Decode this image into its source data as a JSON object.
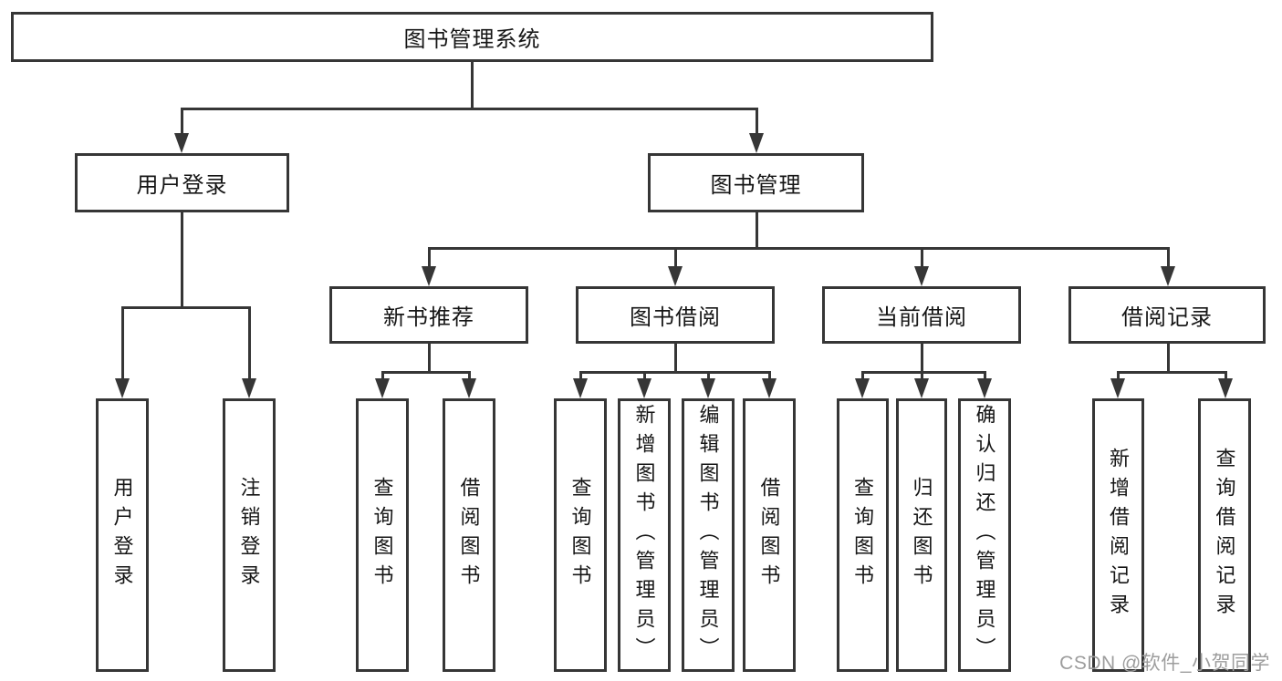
{
  "diagram": {
    "title": "图书管理系统",
    "colors": {
      "line": "#363636",
      "text": "#161616",
      "background": "#ffffff",
      "watermark_text": "#9d9d9d"
    },
    "root": {
      "label": "图书管理系统"
    },
    "level2": [
      {
        "label": "用户登录"
      },
      {
        "label": "图书管理"
      }
    ],
    "level3": [
      {
        "label": "新书推荐"
      },
      {
        "label": "图书借阅"
      },
      {
        "label": "当前借阅"
      },
      {
        "label": "借阅记录"
      }
    ],
    "leaves": {
      "user_login": [
        {
          "label": "用户登录"
        },
        {
          "label": "注销登录"
        }
      ],
      "new_books": [
        {
          "label": "查询图书"
        },
        {
          "label": "借阅图书"
        }
      ],
      "book_borrow": [
        {
          "label": "查询图书"
        },
        {
          "label": "新增图书（管理员）"
        },
        {
          "label": "编辑图书（管理员）"
        },
        {
          "label": "借阅图书"
        }
      ],
      "current_borrow": [
        {
          "label": "查询图书"
        },
        {
          "label": "归还图书"
        },
        {
          "label": "确认归还（管理员）"
        }
      ],
      "borrow_records": [
        {
          "label": "新增借阅记录"
        },
        {
          "label": "查询借阅记录"
        }
      ]
    },
    "watermark": "CSDN @软件_小贺同学"
  }
}
